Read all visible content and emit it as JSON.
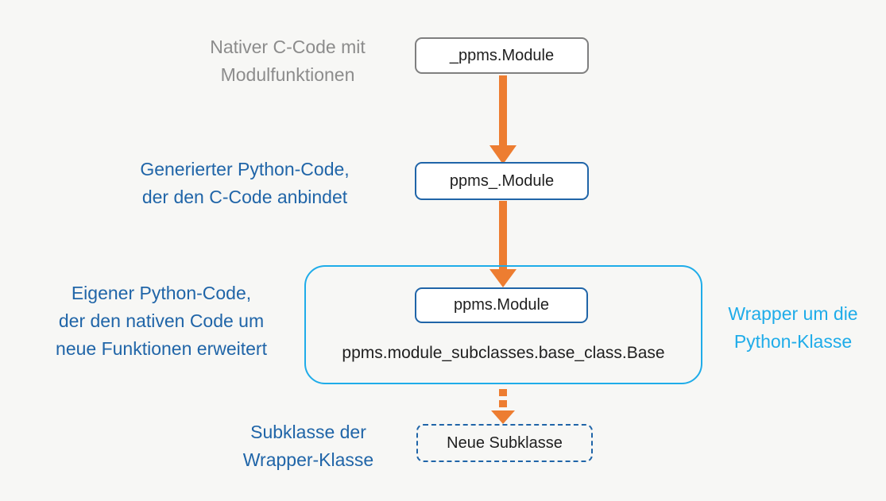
{
  "diagram": {
    "nodes": {
      "native_module": "_ppms.Module",
      "generated_module": "ppms_.Module",
      "wrapper_module": "ppms.Module",
      "base_class": "ppms.module_subclasses.base_class.Base",
      "new_subclass": "Neue Subklasse"
    },
    "annotations": {
      "native": "Nativer C-Code mit\nModulfunktionen",
      "generated": "Generierter Python-Code,\nder den C-Code anbindet",
      "own_code": "Eigener Python-Code,\nder den nativen Code um\nneue Funktionen erweitert",
      "wrapper": "Wrapper um die\nPython-Klasse",
      "subclass": "Subklasse der\nWrapper-Klasse"
    }
  },
  "colors": {
    "background": "#F7F7F5",
    "orange_arrow": "#ED7D31",
    "dark_blue": "#2065A8",
    "light_blue": "#1FACE9",
    "gray_text": "#8C8C8C",
    "box_border_gray": "#7F7F7F",
    "box_text": "#1F1F1F"
  }
}
